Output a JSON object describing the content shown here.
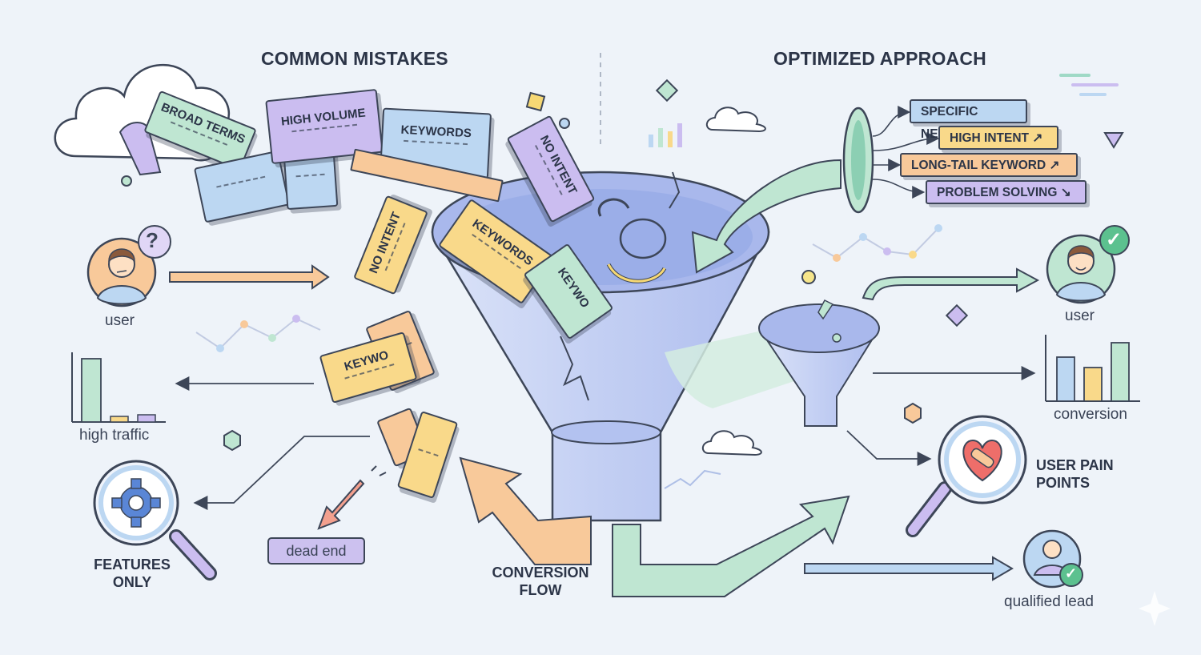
{
  "headings": {
    "left": "COMMON MISTAKES",
    "right": "OPTIMIZED APPROACH"
  },
  "mistake_cards": {
    "broad_terms": "BROAD TERMS",
    "high_volume": "HIGH VOLUME",
    "keywords_top": "KEYWORDS",
    "no_intent_top": "NO INTENT",
    "no_intent_left": "NO INTENT",
    "keywords_funnel": "KEYWORDS",
    "keywords_partial": "KEYWO",
    "keywords_lower": "KEYWO"
  },
  "optimized_tags": [
    {
      "label": "SPECIFIC NEEDS ↗",
      "color": "#bcd7f2"
    },
    {
      "label": "HIGH INTENT ↗",
      "color": "#f9d98a"
    },
    {
      "label": "LONG-TAIL KEYWORD ↗",
      "color": "#f8c99a"
    },
    {
      "label": "PROBLEM SOLVING ↘",
      "color": "#cbbdf0"
    }
  ],
  "labels": {
    "user_left": "user",
    "high_traffic": "high traffic",
    "features_only": "FEATURES ONLY",
    "dead_end": "dead end",
    "conversion_flow": "CONVERSION FLOW",
    "user_right": "user",
    "conversion": "conversion",
    "user_pain_points": "USER PAIN POINTS",
    "qualified_lead": "qualified lead"
  },
  "icons": {
    "question_bubble": "?",
    "check": "✓"
  },
  "colors": {
    "background": "#eef3f9",
    "purple": "#cbbdf0",
    "blue": "#bcd7f2",
    "yellow": "#f9d98a",
    "orange": "#f8c99a",
    "green": "#bfe6d2",
    "funnel": "#c6d2f2",
    "outline": "#3d4658"
  }
}
